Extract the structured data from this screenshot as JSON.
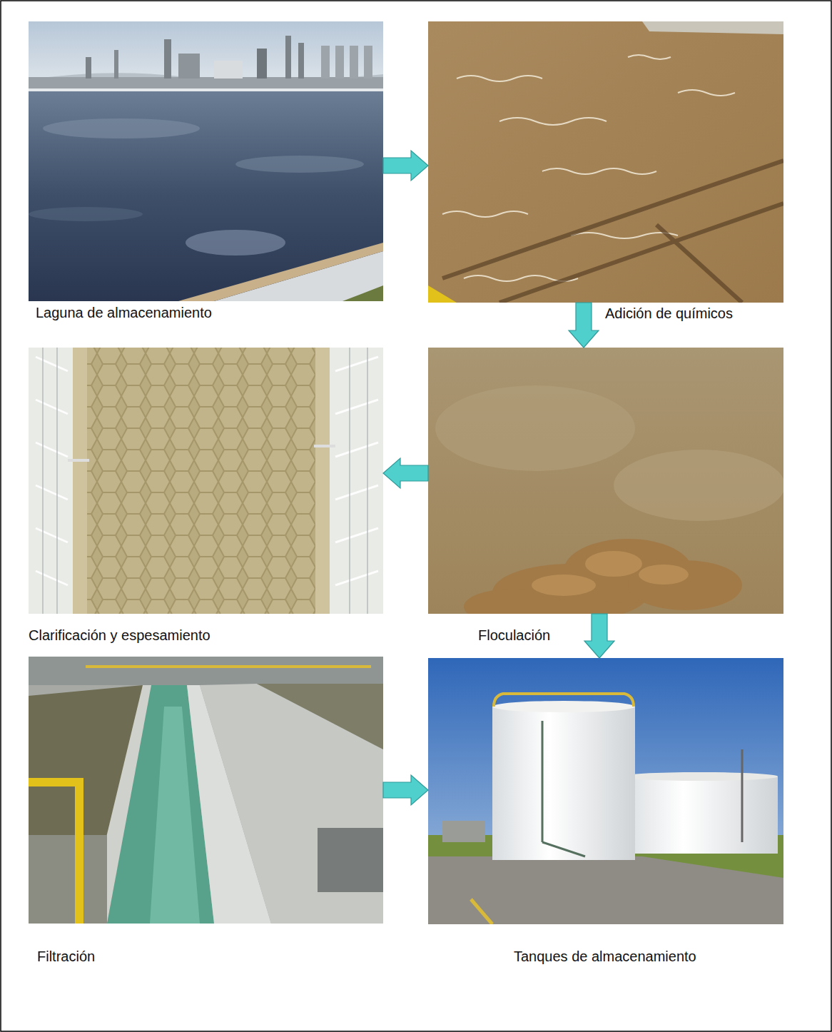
{
  "diagram": {
    "nodes": [
      {
        "text": [
          "Laguna de almacenamiento"
        ]
      },
      {
        "text": [
          "Adición de químicos"
        ]
      },
      {
        "text": [
          "Clarificación y espesamiento"
        ]
      },
      {
        "text": [
          "Floculación"
        ]
      },
      {
        "text": [
          "Filtración"
        ]
      },
      {
        "text": [
          "Tanques de almacenamiento"
        ]
      }
    ],
    "edges": [
      {
        "from": 0,
        "to": 1,
        "arrow": "to"
      },
      {
        "from": 1,
        "to": 3,
        "arrow": "to"
      },
      {
        "from": 3,
        "to": 2,
        "arrow": "to"
      },
      {
        "from": 3,
        "to": 5,
        "arrow": "to"
      },
      {
        "from": 4,
        "to": 5,
        "arrow": "to"
      }
    ]
  }
}
